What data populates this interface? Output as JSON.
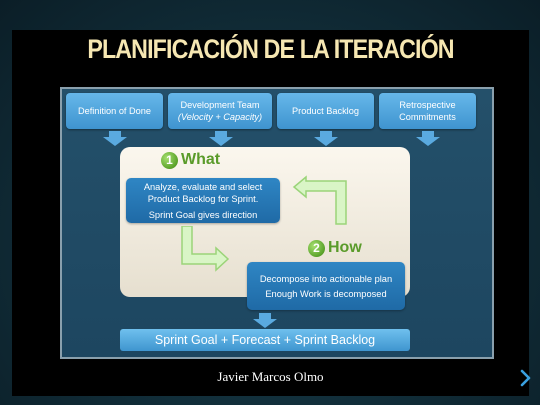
{
  "slide": {
    "title": "PLANIFICACIÓN DE LA ITERACIÓN",
    "author": "Javier Marcos Olmo"
  },
  "diagram": {
    "inputs": [
      {
        "line1": "Definition of Done",
        "line2": ""
      },
      {
        "line1": "Development Team",
        "line2": "(Velocity + Capacity)"
      },
      {
        "line1": "Product Backlog",
        "line2": ""
      },
      {
        "line1": "Retrospective",
        "line2": "Commitments"
      }
    ],
    "step1": {
      "number": "1",
      "label": "What",
      "text1": "Analyze, evaluate and select",
      "text2": "Product Backlog for Sprint.",
      "text3": "Sprint Goal gives direction"
    },
    "step2": {
      "number": "2",
      "label": "How",
      "text1": "Decompose into actionable plan",
      "text2": "Enough Work is decomposed"
    },
    "output": "Sprint Goal + Forecast + Sprint Backlog"
  },
  "navigation": {
    "next_icon": "chevron-right-icon"
  },
  "colors": {
    "title": "#f6e7b2",
    "box_blue": "#3f94cf",
    "step_green": "#5aa22a",
    "panel": "#f4efe3"
  }
}
